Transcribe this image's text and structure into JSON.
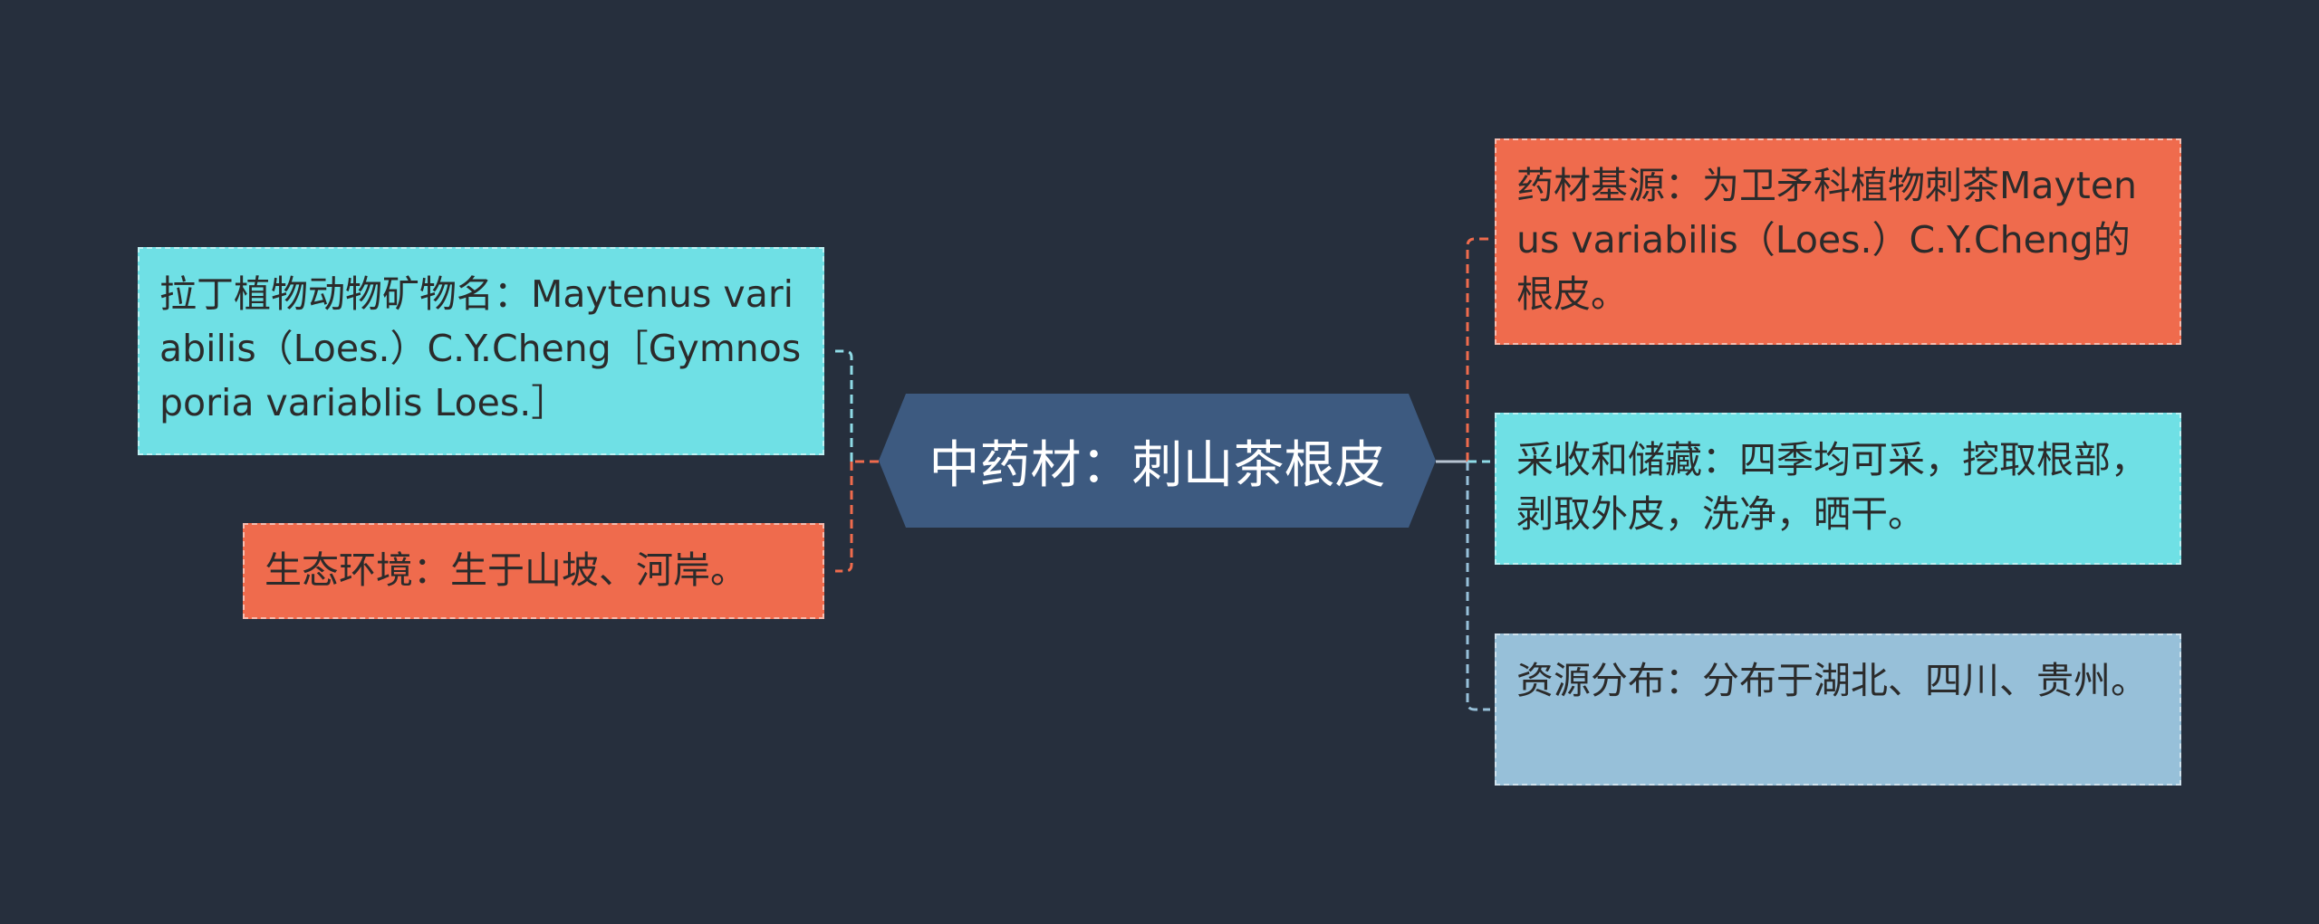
{
  "colors": {
    "background": "#262f3d",
    "root": "#3d5a80",
    "cyan": "#6fe0e5",
    "orange": "#ef6b4d",
    "lightblue": "#97c0d9",
    "connector_cyan": "#8fdbe6",
    "connector_orange": "#ef6b4d",
    "connector_grey": "#b8c4d2"
  },
  "root": {
    "label": "中药材：刺山茶根皮"
  },
  "left_nodes": [
    {
      "id": "latin-name",
      "text": "拉丁植物动物矿物名：Maytenus variabilis（Loes.）C.Y.Cheng［Gymnosporia variablis Loes.］",
      "color": "cyan"
    },
    {
      "id": "habitat",
      "text": "生态环境：生于山坡、河岸。",
      "color": "orange"
    }
  ],
  "right_nodes": [
    {
      "id": "origin",
      "text": "药材基源：为卫矛科植物刺茶Maytenus variabilis（Loes.）C.Y.Cheng的根皮。",
      "color": "orange"
    },
    {
      "id": "harvest",
      "text": "采收和储藏：四季均可采，挖取根部，剥取外皮，洗净，晒干。",
      "color": "cyan"
    },
    {
      "id": "distribution",
      "text": "资源分布：分布于湖北、四川、贵州。",
      "color": "lightblue"
    }
  ]
}
